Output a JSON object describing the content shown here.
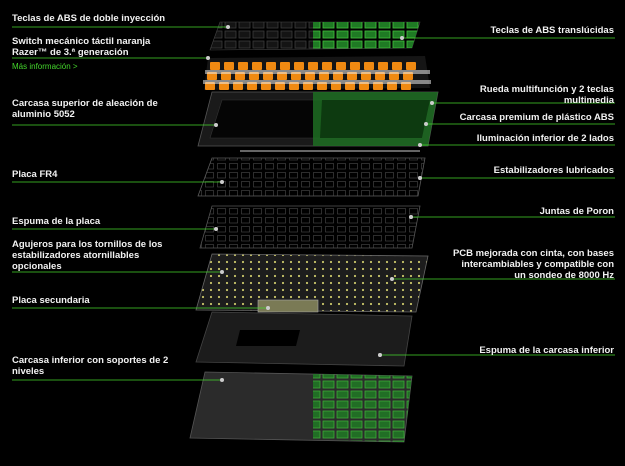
{
  "colors": {
    "accent": "#44d62c",
    "background": "#000000",
    "text": "#f2f2f2"
  },
  "left_labels": [
    "Teclas de ABS de doble inyección",
    "Switch mecánico táctil naranja",
    "Razer™ de 3.ª generación",
    "Carcasa superior de aleación de",
    "aluminio 5052",
    "Placa FR4",
    "Espuma de la placa",
    "Agujeros para los tornillos de los",
    "estabilizadores atornillables",
    "opcionales",
    "Placa secundaria",
    "Carcasa inferior con soportes de 2",
    "niveles"
  ],
  "more_info_link": "Más información >",
  "right_labels": [
    "Teclas de ABS translúcidas",
    "Rueda multifunción y 2 teclas",
    "multimedia",
    "Carcasa premium de plástico ABS",
    "Iluminación inferior de 2 lados",
    "Estabilizadores lubricados",
    "Juntas de Poron",
    "PCB mejorada con cinta, con bases",
    "intercambiables y compatible con",
    "un sondeo de 8000 Hz",
    "Espuma de la carcasa inferior"
  ]
}
